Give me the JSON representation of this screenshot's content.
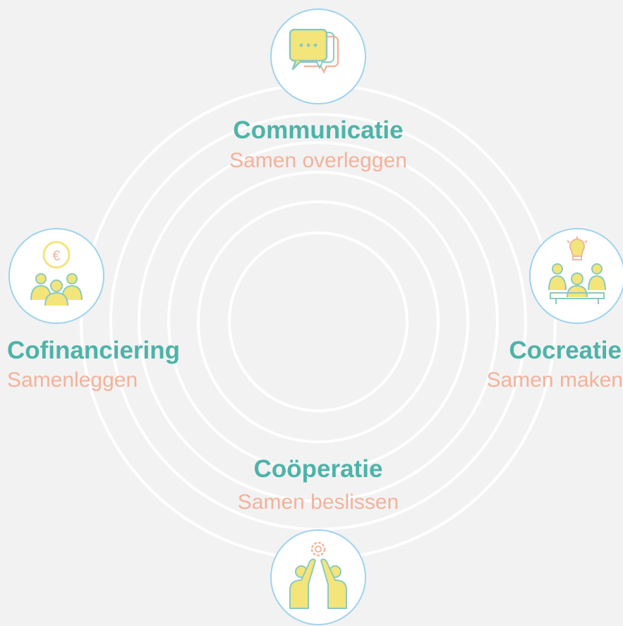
{
  "colors": {
    "background": "#f2f2f2",
    "ring": "#ffffff",
    "node_border": "#9fd3ee",
    "title": "#4db3a8",
    "subtitle": "#f3b29b",
    "icon_fill": "#f3e57a",
    "icon_stroke": "#8cc9c0",
    "icon_accent": "#f1b69d"
  },
  "nodes": {
    "communicatie": {
      "title": "Communicatie",
      "subtitle": "Samen overleggen",
      "icon": "speech-bubbles-icon"
    },
    "cocreatie": {
      "title": "Cocreatie",
      "subtitle": "Samen maken",
      "icon": "team-idea-lightbulb-icon"
    },
    "cooperatie": {
      "title": "Coöperatie",
      "subtitle": "Samen beslissen",
      "icon": "high-five-gear-icon"
    },
    "cofinanciering": {
      "title": "Cofinanciering",
      "subtitle": "Samenleggen",
      "icon": "group-euro-coin-icon"
    }
  }
}
